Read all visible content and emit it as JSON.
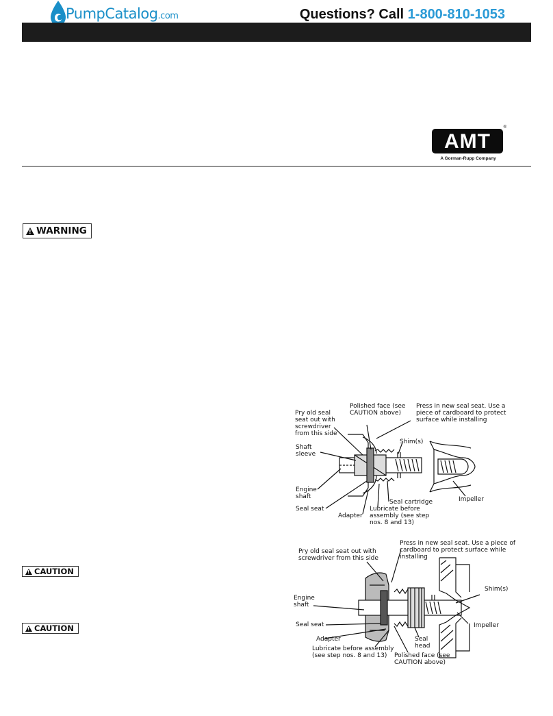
{
  "header": {
    "logo_text": "PumpCatalog",
    "logo_suffix": ".com",
    "phone_prefix": "Questions? Call ",
    "phone_number": "1-800-810-1053"
  },
  "brand": {
    "logo_text": "AMT",
    "logo_tagline": "A Gorman-Rupp Company",
    "accent": "#2a9ad6",
    "bar": "#1c1c1c"
  },
  "notices": {
    "warning_label": "WARNING",
    "caution_label_1": "CAUTION",
    "caution_label_2": "CAUTION"
  },
  "diagram_top": {
    "pry_label": "Pry old seal\nseat out with\nscrewdriver\nfrom this side",
    "polished_label": "Polished face (see\nCAUTION above)",
    "press_label": "Press in new seal seat. Use a\npiece of cardboard to protect\nsurface while installing",
    "shaft_sleeve_label": "Shaft\nsleeve",
    "shims_label": "Shim(s)",
    "engine_shaft_label": "Engine\nshaft",
    "seal_cartridge_label": "Seal cartridge",
    "impeller_label": "Impeller",
    "seal_seat_label": "Seal seat",
    "adapter_label": "Adapter",
    "lubricate_label": "Lubricate before\nassembly (see step\nnos. 8 and 13)"
  },
  "diagram_bottom": {
    "press_label": "Press in new seal seat. Use a piece of\ncardboard to protect surface while\ninstalling",
    "pry_label": "Pry old seal seat out with\nscrewdriver from this side",
    "shims_label": "Shim(s)",
    "engine_shaft_label": "Engine\nshaft",
    "seal_seat_label": "Seal seat",
    "impeller_label": "Impeller",
    "adapter_label": "Adapter",
    "seal_head_label": "Seal\nhead",
    "lubricate_label": "Lubricate before assembly\n(see step nos. 8 and 13)",
    "polished_label": "Polished face (see\nCAUTION above)"
  }
}
